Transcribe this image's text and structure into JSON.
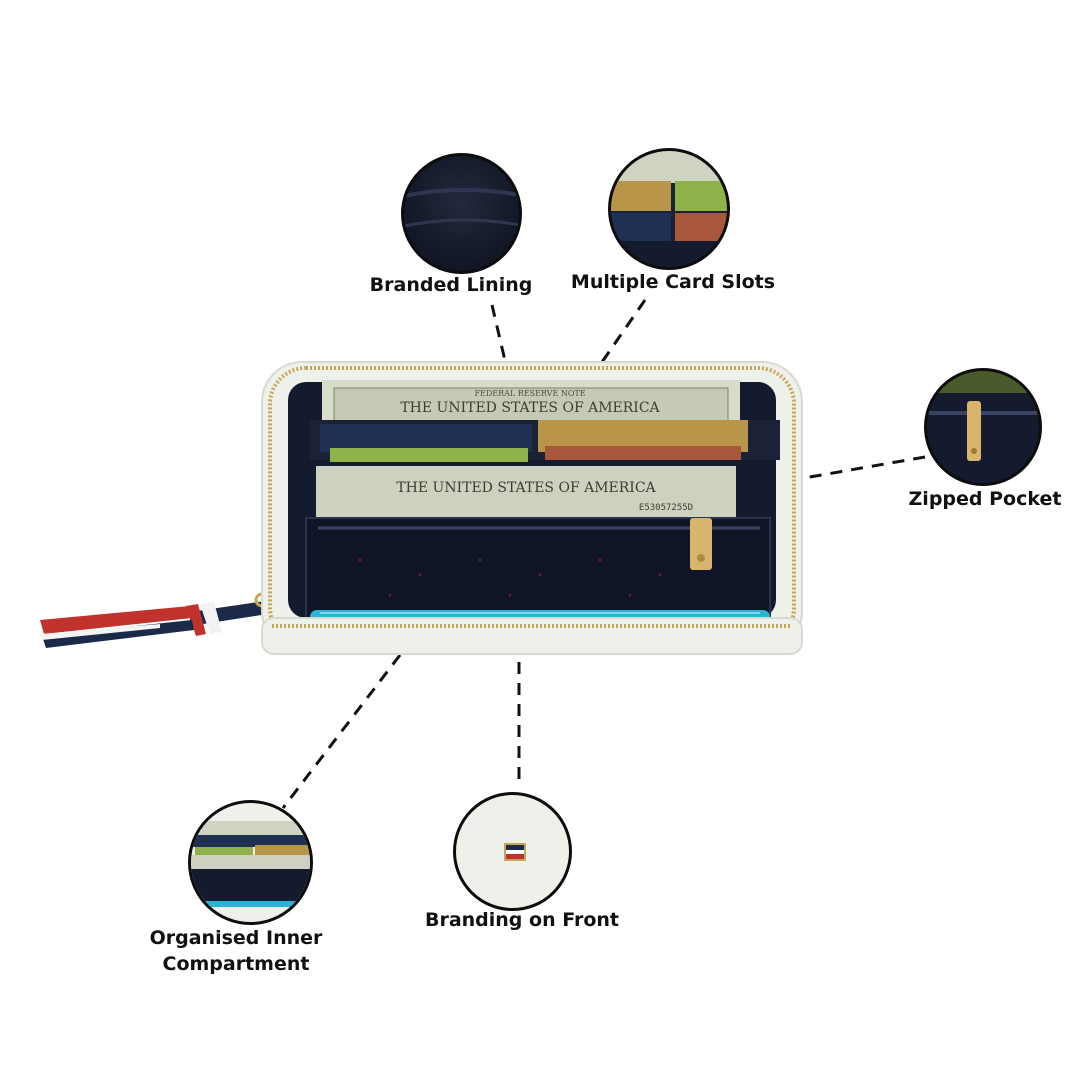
{
  "callouts": {
    "branded_lining": "Branded Lining",
    "card_slots": "Multiple Card Slots",
    "zipped_pocket": "Zipped Pocket",
    "inner_compartment_line1": "Organised Inner",
    "inner_compartment_line2": "Compartment",
    "branding_front": "Branding on Front"
  },
  "banknote_text": {
    "top_bill": "THE UNITED STATES OF AMERICA",
    "top_bill_header": "FEDERAL RESERVE NOTE",
    "serial": "E53057255D"
  },
  "colors": {
    "navy_lining": "#141b2e",
    "off_white_leather": "#eef1ea",
    "zipper_gold": "#c9a55a",
    "phone_blue": "#2bb3d6",
    "tassel_red": "#c0322b",
    "tassel_navy": "#1c2a4a"
  }
}
